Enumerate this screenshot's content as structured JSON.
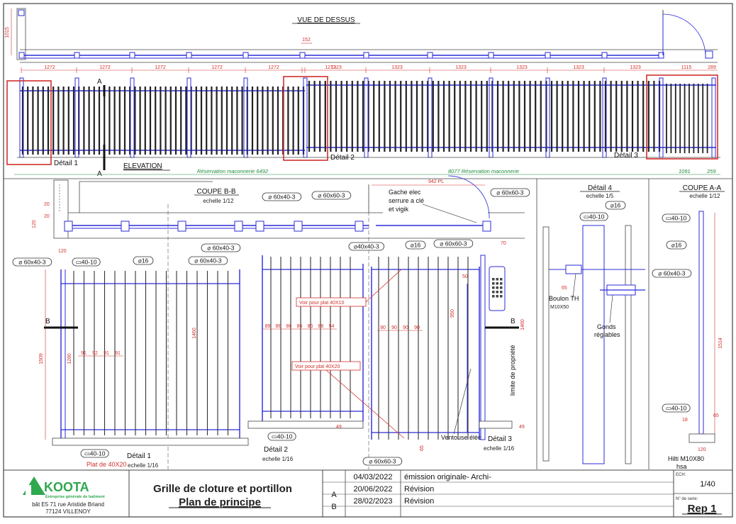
{
  "views": {
    "top": "VUE DE DESSUS",
    "elevation": "ELEVATION",
    "coupe_bb": "COUPE B-B",
    "coupe_bb_scale": "echelle 1/12",
    "detail4": "Détail 4",
    "detail4_scale": "echelle 1/5",
    "coupe_aa": "COUPE A-A",
    "coupe_aa_scale": "echelle 1/12"
  },
  "markers": {
    "a": "A",
    "b": "B",
    "detail1": "Détail 1",
    "detail2": "Détail 2",
    "detail3": "Détail 3",
    "detail1_scale": "echelle 1/16",
    "detail2_scale": "echelle 1/16",
    "detail3_scale": "echelle 1/16"
  },
  "dims": {
    "top_depth": "1015",
    "post_gap": "152",
    "spans_left": [
      "1272",
      "1272",
      "1272",
      "1272",
      "1272",
      "1272"
    ],
    "spans_right": [
      "1323",
      "1323",
      "1323",
      "1323",
      "1323",
      "1323"
    ],
    "gate": "1115",
    "gate_end": "289",
    "left_total": "Réservation maconnerie 6492",
    "right_total": "8077 Réservation maconnerie",
    "end_a": "1091",
    "end_b": "259",
    "pl": "942 PL",
    "d20a": "20",
    "d20b": "20",
    "d120": "120",
    "h1509": "1509",
    "h1280": "1280",
    "bars1": [
      "91",
      "92",
      "91",
      "91"
    ],
    "h1460a": "1460",
    "bars2": [
      "89",
      "86",
      "86",
      "86",
      "86",
      "86",
      "94"
    ],
    "bars3": [
      "90",
      "90",
      "90",
      "90"
    ],
    "h950": "950",
    "h1460b": "1460",
    "h1514": "1514",
    "d65a": "65",
    "d65b": "65",
    "d49a": "49",
    "d49b": "49",
    "d70": "70",
    "d50": "50",
    "d65c": "65",
    "d120b": "120",
    "d18": "18"
  },
  "tags": {
    "t1": "⌀ 60x40-3",
    "t2": "⌀ 60x60-3",
    "t3": "⌀ 60x60-3",
    "t4": "⌀ 60x40-3",
    "t5": "▭40-10",
    "t6": "⌀16",
    "t7": "⌀ 60x40-3",
    "t8": "⌀ 60x40-3",
    "t9": "⌀40x40-3",
    "t10": "⌀16",
    "t11": "⌀ 60x60-3",
    "t12": "▭40-10",
    "t13": "▭40-10",
    "t14": "▭40-10",
    "t15": "⌀ 60x60-3",
    "t16": "▭40-10",
    "t17": "⌀16",
    "t18": "▭40-10",
    "t19": "⌀16",
    "t20": "⌀ 60x40-3",
    "t21": "▭40-10"
  },
  "notes": {
    "gache": [
      "Gache elec",
      "serrure  a clé",
      "et vigik"
    ],
    "voir1": "Voir pour plat 40X10",
    "voir2": "Voir pour plat 40X20",
    "ventouse": "Ventouse éléc",
    "limite": "limite de propriété",
    "plat": "Plat de 40X20",
    "boulon": "Boulon TH",
    "boulon_size": "M10X50",
    "gonds": "Gonds",
    "gonds2": "réglables",
    "hilti": "Hilti M10X80",
    "hilti2": "hsa"
  },
  "title_block": {
    "company": "KOOTA",
    "tagline": "Entreprise générale de batiment",
    "address1": "bât E5 71 rue Aristide Briand",
    "address2": "77124 VILLENOY",
    "title1": "Grille de cloture et portillon",
    "title2": "Plan de principe",
    "revisions": [
      {
        "rev": "",
        "date": "04/03/2022",
        "desc": "émission originale- Archi-"
      },
      {
        "rev": "A",
        "date": "20/06/2022",
        "desc": "Révision"
      },
      {
        "rev": "B",
        "date": "28/02/2023",
        "desc": "Révision"
      }
    ],
    "ech_label": "ECH:",
    "ech_value": "1/40",
    "serie_label": "N° de serie:",
    "serie_value": "Rep 1"
  },
  "colors": {
    "steel": "#2b2bd8",
    "dimension": "#d0302c",
    "masonry": "#1e8a3a",
    "frame": "#444444",
    "brand": "#2fa84f"
  }
}
